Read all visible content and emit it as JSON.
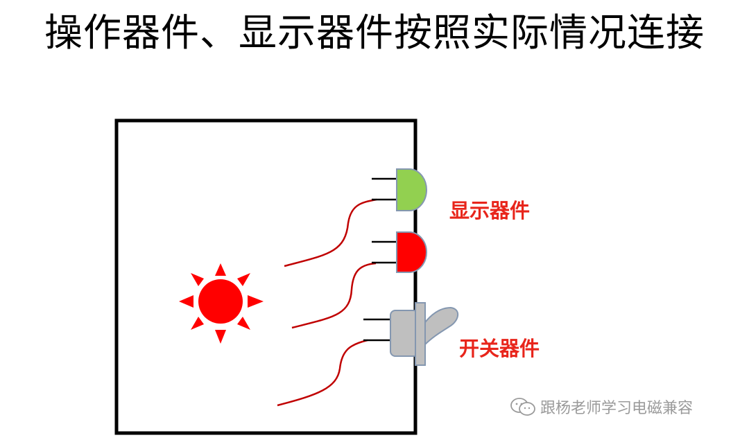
{
  "title": "操作器件、显示器件按照实际情况连接",
  "labels": {
    "display_device": "显示器件",
    "switch_device": "开关器件"
  },
  "watermark": {
    "text": "跟杨老师学习电磁兼容",
    "icon": "wechat-icon"
  },
  "components": {
    "indicator_green": {
      "icon": "led-icon",
      "color": "#92D050"
    },
    "indicator_red": {
      "icon": "led-icon",
      "color": "#FF0000"
    },
    "toggle_switch": {
      "icon": "toggle-switch-icon",
      "color": "#BFBFBF"
    },
    "sun": {
      "icon": "sun-icon",
      "color": "#FF0000"
    }
  },
  "colors": {
    "label_red": "#E8251B",
    "wire": "#C00000",
    "enclosure": "#000000",
    "component_outline": "#8497B0"
  }
}
